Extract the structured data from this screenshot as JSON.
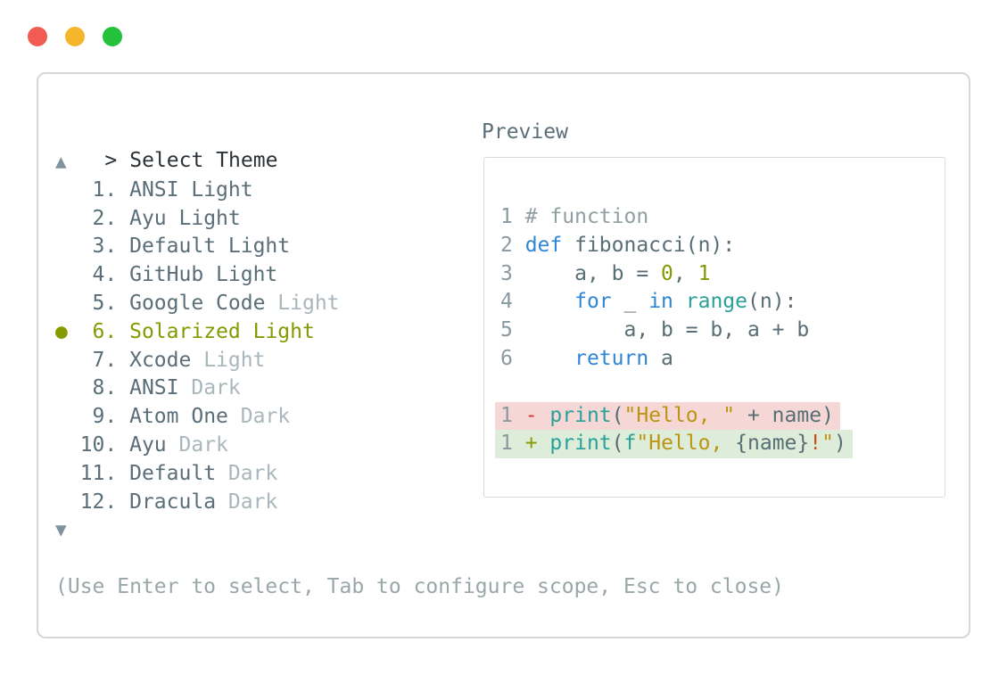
{
  "window": {
    "controls": [
      {
        "name": "close",
        "color_key": "c-light-red"
      },
      {
        "name": "minimize",
        "color_key": "c-light-yellow"
      },
      {
        "name": "zoom",
        "color_key": "c-light-green"
      }
    ]
  },
  "dialog": {
    "prompt_marker": ">",
    "title": "Select Theme",
    "scroll_up": "▲",
    "scroll_down": "▼",
    "selected_bullet": "●",
    "items": [
      {
        "num": "1",
        "name": "ANSI",
        "suffix": "Light",
        "dim_suffix": false,
        "selected": false
      },
      {
        "num": "2",
        "name": "Ayu",
        "suffix": "Light",
        "dim_suffix": false,
        "selected": false
      },
      {
        "num": "3",
        "name": "Default",
        "suffix": "Light",
        "dim_suffix": false,
        "selected": false
      },
      {
        "num": "4",
        "name": "GitHub",
        "suffix": "Light",
        "dim_suffix": false,
        "selected": false
      },
      {
        "num": "5",
        "name": "Google Code",
        "suffix": "Light",
        "dim_suffix": true,
        "selected": false
      },
      {
        "num": "6",
        "name": "Solarized",
        "suffix": "Light",
        "dim_suffix": false,
        "selected": true
      },
      {
        "num": "7",
        "name": "Xcode",
        "suffix": "Light",
        "dim_suffix": true,
        "selected": false
      },
      {
        "num": "8",
        "name": "ANSI",
        "suffix": "Dark",
        "dim_suffix": true,
        "selected": false
      },
      {
        "num": "9",
        "name": "Atom One",
        "suffix": "Dark",
        "dim_suffix": true,
        "selected": false
      },
      {
        "num": "10",
        "name": "Ayu",
        "suffix": "Dark",
        "dim_suffix": true,
        "selected": false
      },
      {
        "num": "11",
        "name": "Default",
        "suffix": "Dark",
        "dim_suffix": true,
        "selected": false
      },
      {
        "num": "12",
        "name": "Dracula",
        "suffix": "Dark",
        "dim_suffix": true,
        "selected": false
      }
    ],
    "help_text": "(Use Enter to select, Tab to configure scope, Esc to close)"
  },
  "preview": {
    "label": "Preview",
    "lines": [
      {
        "num": "1",
        "tokens": [
          {
            "t": "# function",
            "c": "comment"
          }
        ]
      },
      {
        "num": "2",
        "tokens": [
          {
            "t": "def",
            "c": "kw"
          },
          {
            "t": " fibonacci(n):",
            "c": "fg"
          }
        ]
      },
      {
        "num": "3",
        "tokens": [
          {
            "t": "    a, b = ",
            "c": "fg"
          },
          {
            "t": "0",
            "c": "num"
          },
          {
            "t": ", ",
            "c": "fg"
          },
          {
            "t": "1",
            "c": "num"
          }
        ]
      },
      {
        "num": "4",
        "tokens": [
          {
            "t": "    ",
            "c": "fg"
          },
          {
            "t": "for",
            "c": "kw"
          },
          {
            "t": " _ ",
            "c": "fg"
          },
          {
            "t": "in",
            "c": "kw"
          },
          {
            "t": " ",
            "c": "fg"
          },
          {
            "t": "range",
            "c": "fn"
          },
          {
            "t": "(n):",
            "c": "fg"
          }
        ]
      },
      {
        "num": "5",
        "tokens": [
          {
            "t": "        a, b = b, a + b",
            "c": "fg"
          }
        ]
      },
      {
        "num": "6",
        "tokens": [
          {
            "t": "    ",
            "c": "fg"
          },
          {
            "t": "return",
            "c": "kw"
          },
          {
            "t": " a",
            "c": "fg"
          }
        ]
      },
      {
        "tokens": []
      },
      {
        "num": "1",
        "diff": "rem",
        "tokens": [
          {
            "t": "- ",
            "c": "red"
          },
          {
            "t": "print",
            "c": "fn"
          },
          {
            "t": "(",
            "c": "fg"
          },
          {
            "t": "\"Hello, \"",
            "c": "str"
          },
          {
            "t": " + name)",
            "c": "fg"
          }
        ]
      },
      {
        "num": "1",
        "diff": "add",
        "tokens": [
          {
            "t": "+ ",
            "c": "green"
          },
          {
            "t": "print",
            "c": "fn"
          },
          {
            "t": "(",
            "c": "fg"
          },
          {
            "t": "f",
            "c": "fn"
          },
          {
            "t": "\"Hello, ",
            "c": "str"
          },
          {
            "t": "{name}",
            "c": "fg"
          },
          {
            "t": "!",
            "c": "orange"
          },
          {
            "t": "\"",
            "c": "str"
          },
          {
            "t": ")",
            "c": "fg"
          }
        ]
      }
    ]
  },
  "colors": {
    "c-light-red": "#f25b51",
    "c-light-yellow": "#f5b62c",
    "c-light-green": "#24c23c",
    "c-border": "#d4d8d9",
    "c-border2": "#d8dbdc",
    "c-title": "#2a3137",
    "c-item": "#5a6e78",
    "c-dim": "#a9b6bb",
    "c-accent": "#859900",
    "c-arrow": "#7e939e",
    "c-help": "#9aa7a9",
    "c-lnum": "#8a999f",
    "c-comment": "#919fa3",
    "c-fg": "#586e75",
    "c-kw": "#2e86d4",
    "c-fn": "#2aa198",
    "c-str": "#bd9412",
    "c-numlit": "#859900",
    "c-red": "#dc322f",
    "c-green": "#859900",
    "c-orange": "#cb4b16",
    "c-del-bg": "#f5d8d5",
    "c-add-bg": "#deedd9"
  }
}
